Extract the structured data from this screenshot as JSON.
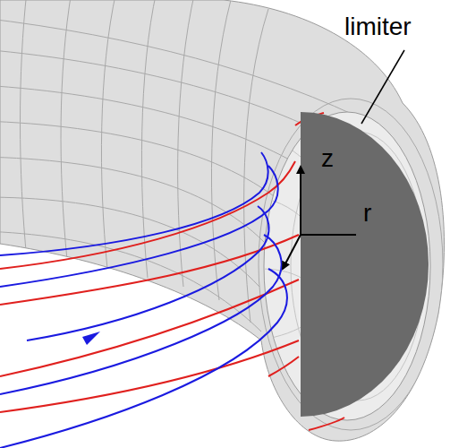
{
  "diagram": {
    "labels": [
      "limiter",
      "z",
      "r"
    ]
  }
}
